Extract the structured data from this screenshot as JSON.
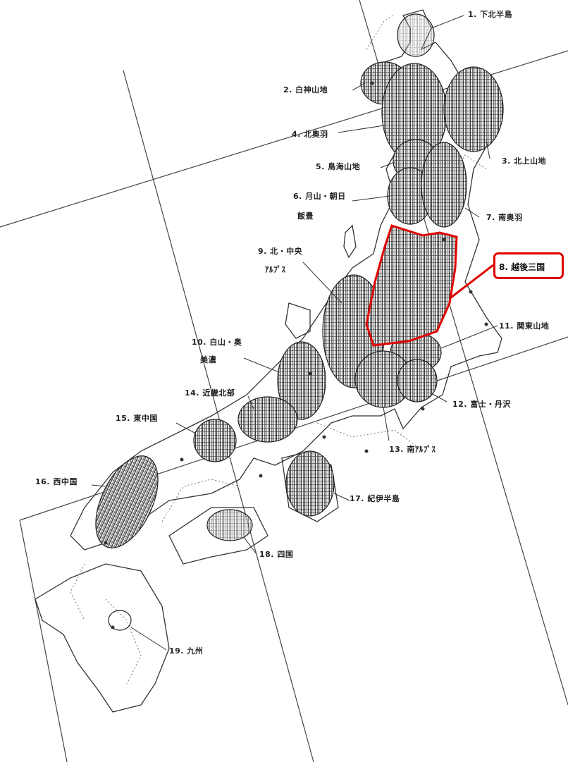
{
  "regions": [
    {
      "id": "1",
      "label": "1. 下北半島"
    },
    {
      "id": "2",
      "label": "2. 白神山地"
    },
    {
      "id": "3",
      "label": "3. 北上山地"
    },
    {
      "id": "4",
      "label": "4. 北奥羽"
    },
    {
      "id": "5",
      "label": "5. 鳥海山地"
    },
    {
      "id": "6",
      "label": "6. 月山・朝日"
    },
    {
      "id": "6b",
      "label": "飯豊"
    },
    {
      "id": "7",
      "label": "7. 南奥羽"
    },
    {
      "id": "8",
      "label": "8. 越後三国"
    },
    {
      "id": "9",
      "label": "9. 北・中央"
    },
    {
      "id": "9b",
      "label": "ｱﾙﾌﾟｽ"
    },
    {
      "id": "10",
      "label": "10. 白山・奥"
    },
    {
      "id": "10b",
      "label": "美濃"
    },
    {
      "id": "11",
      "label": "11. 関東山地"
    },
    {
      "id": "12",
      "label": "12. 富士・丹沢"
    },
    {
      "id": "13",
      "label": "13. 南ｱﾙﾌﾟｽ"
    },
    {
      "id": "14",
      "label": "14. 近畿北部"
    },
    {
      "id": "15",
      "label": "15. 東中国"
    },
    {
      "id": "16",
      "label": "16. 西中国"
    },
    {
      "id": "17",
      "label": "17. 紀伊半島"
    },
    {
      "id": "18",
      "label": "18. 四国"
    },
    {
      "id": "19",
      "label": "19. 九州"
    }
  ],
  "highlight": {
    "region_id": "8",
    "color": "#e00000"
  },
  "colors": {
    "ink": "#222222",
    "hatch": "#3a3a3a",
    "highlight": "#e00000"
  }
}
